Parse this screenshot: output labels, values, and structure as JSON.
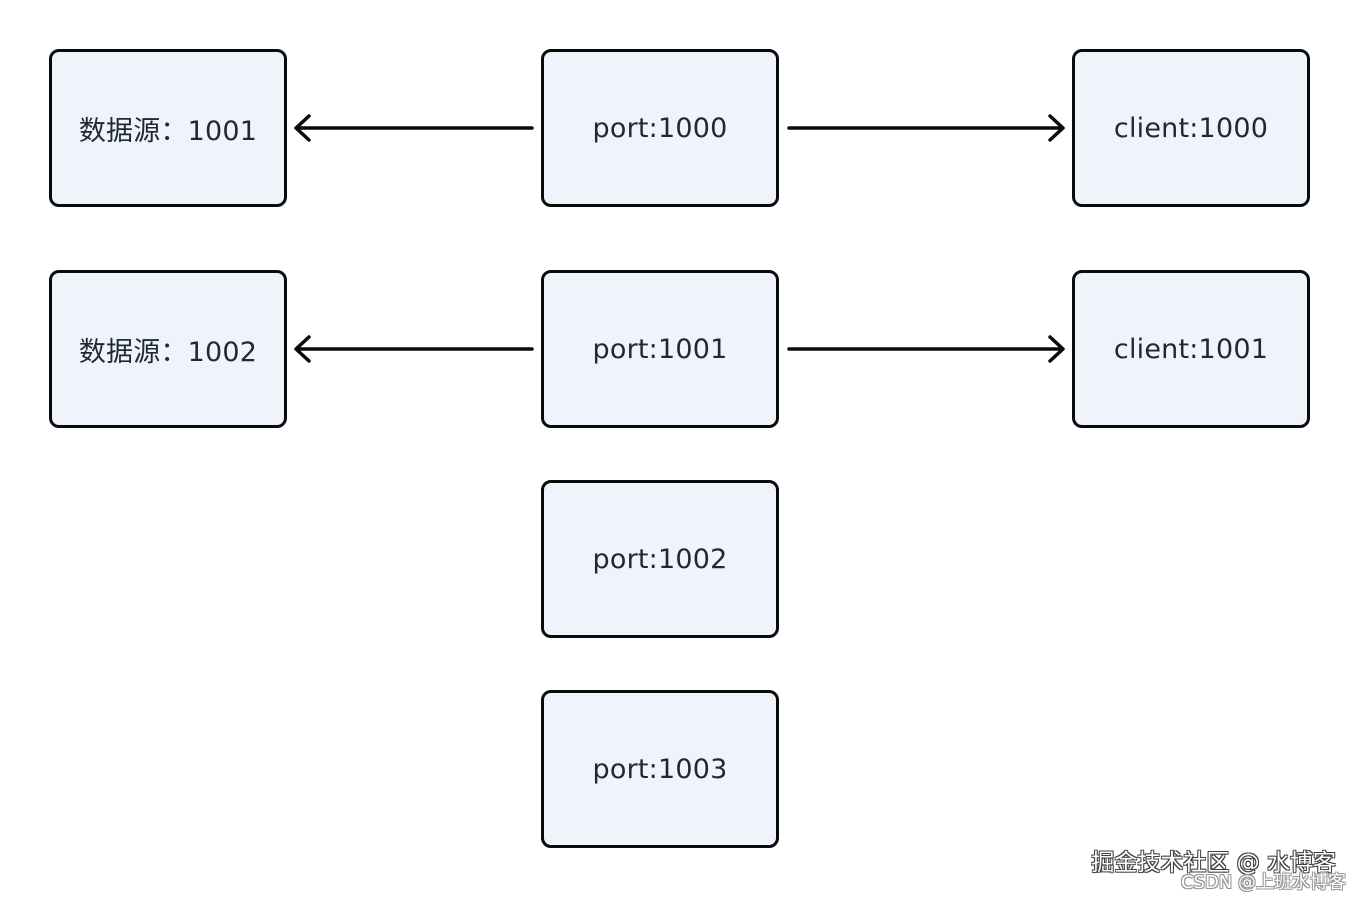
{
  "diagram": {
    "nodes": {
      "source_1001": "数据源：1001",
      "source_1002": "数据源：1002",
      "port_1000": "port:1000",
      "port_1001": "port:1001",
      "port_1002": "port:1002",
      "port_1003": "port:1003",
      "client_1000": "client:1000",
      "client_1001": "client:1001"
    },
    "edges": [
      {
        "from": "port_1000",
        "to": "source_1001"
      },
      {
        "from": "port_1000",
        "to": "client_1000"
      },
      {
        "from": "port_1001",
        "to": "source_1002"
      },
      {
        "from": "port_1001",
        "to": "client_1001"
      }
    ]
  },
  "watermark": {
    "main": "掘金技术社区 @ 水博客",
    "sub": "CSDN @上班水博客"
  }
}
